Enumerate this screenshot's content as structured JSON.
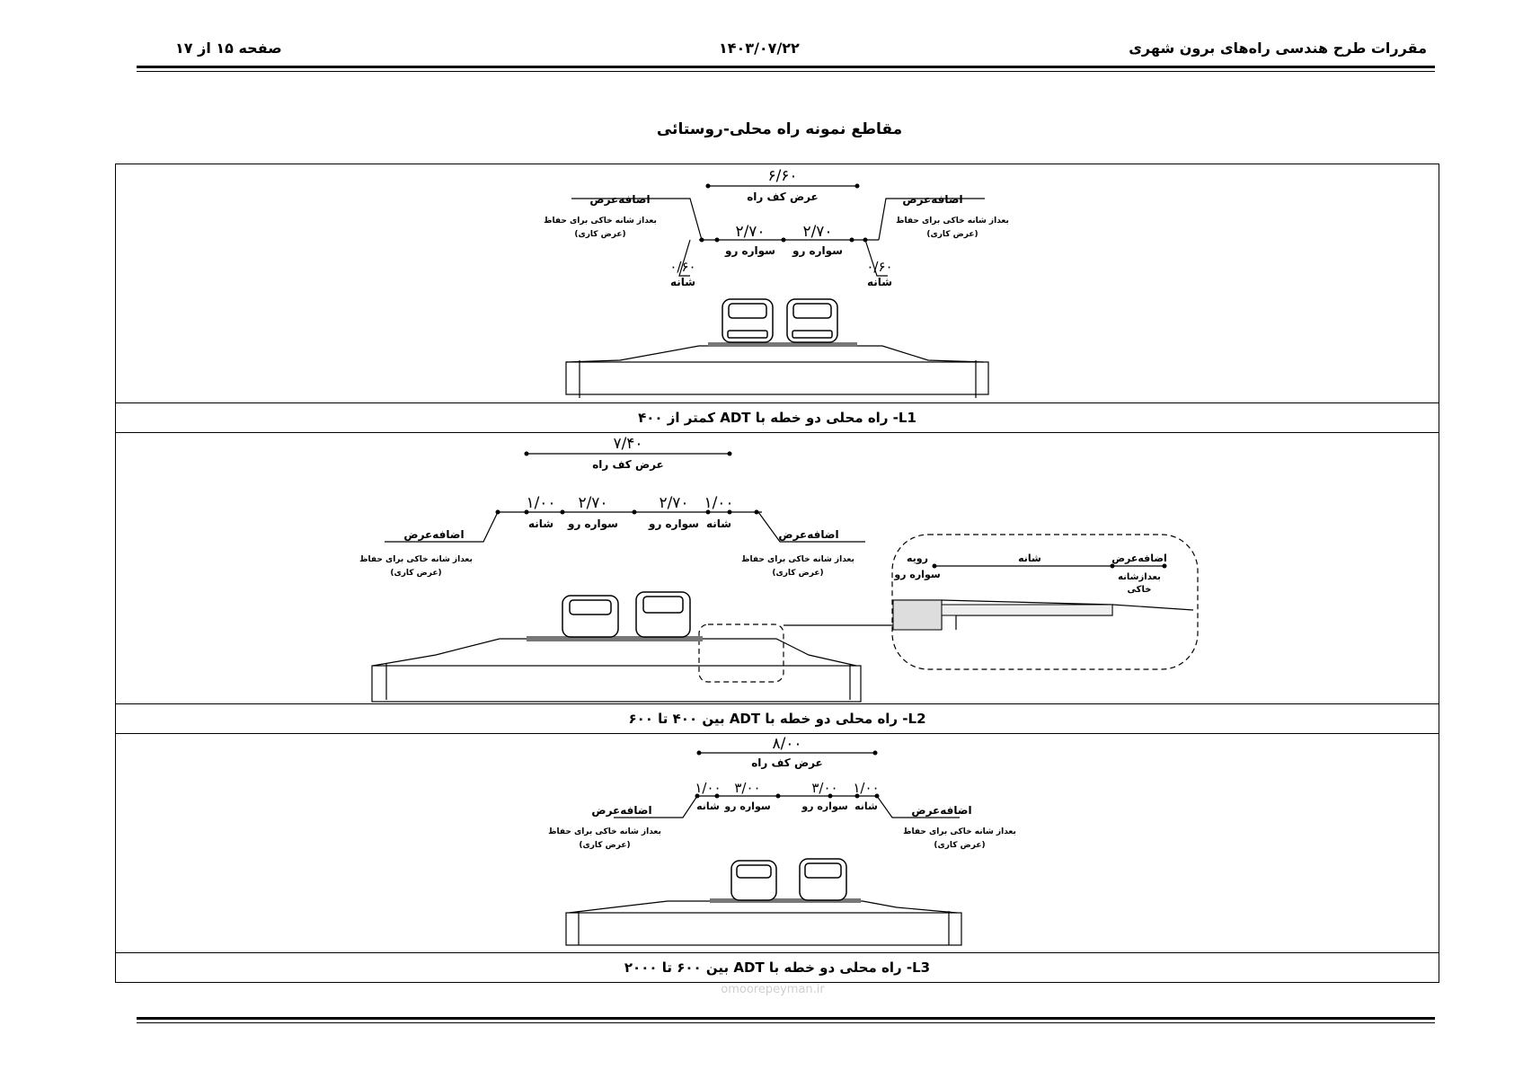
{
  "header": {
    "title_right": "مقررات طرح هندسی راه‌های برون شهری",
    "date_center": "۱۴۰۳/۰۷/۲۲",
    "page_left": "صفحه ۱۵ از ۱۷"
  },
  "section_title": "مقاطع نمونه راه محلی-روستائی",
  "panels": [
    {
      "caption_code": "L1",
      "caption_text": "- راه محلی دو خطه با ADT کمتر از ۴۰۰",
      "total_width": "۶/۶۰",
      "total_label": "عرض کف راه",
      "lanes": [
        "۲/۷۰",
        "۲/۷۰"
      ],
      "lane_label": "سواره رو",
      "shoulders": [
        "۰/۶۰",
        "۰/۶۰"
      ],
      "shoulder_label": "شانه",
      "extra_title": "اضافه‌عرض",
      "extra_line1": "بعداز شانه خاکی برای حفاظ",
      "extra_line2": "(عرض کاری)"
    },
    {
      "caption_code": "L2",
      "caption_text": "- راه محلی دو خطه با ADT بین ۴۰۰ تا ۶۰۰",
      "total_width": "۷/۴۰",
      "total_label": "عرض کف راه",
      "lanes": [
        "۲/۷۰",
        "۲/۷۰"
      ],
      "lane_label": "سواره رو",
      "shoulders": [
        "۱/۰۰",
        "۱/۰۰"
      ],
      "shoulder_label": "شانه",
      "extra_title": "اضافه‌عرض",
      "extra_line1": "بعداز شانه خاکی برای حفاظ",
      "extra_line2": "(عرض کاری)",
      "detail": {
        "pavement": "رویه",
        "carriageway": "سواره رو",
        "shoulder": "شانه",
        "extra_title": "اضافه‌عرض",
        "extra_line1": "بعدازشانه",
        "extra_line2": "خاکی"
      }
    },
    {
      "caption_code": "L3",
      "caption_text": "- راه محلی دو خطه با ADT بین ۶۰۰ تا ۲۰۰۰",
      "total_width": "۸/۰۰",
      "total_label": "عرض کف راه",
      "lanes": [
        "۳/۰۰",
        "۳/۰۰"
      ],
      "lane_label": "سواره رو",
      "shoulders": [
        "۱/۰۰",
        "۱/۰۰"
      ],
      "shoulder_label": "شانه",
      "extra_title": "اضافه‌عرض",
      "extra_line1": "بعداز شانه خاکی برای حفاظ",
      "extra_line2": "(عرض کاری)"
    }
  ],
  "watermark": "omoorepeyman.ir"
}
